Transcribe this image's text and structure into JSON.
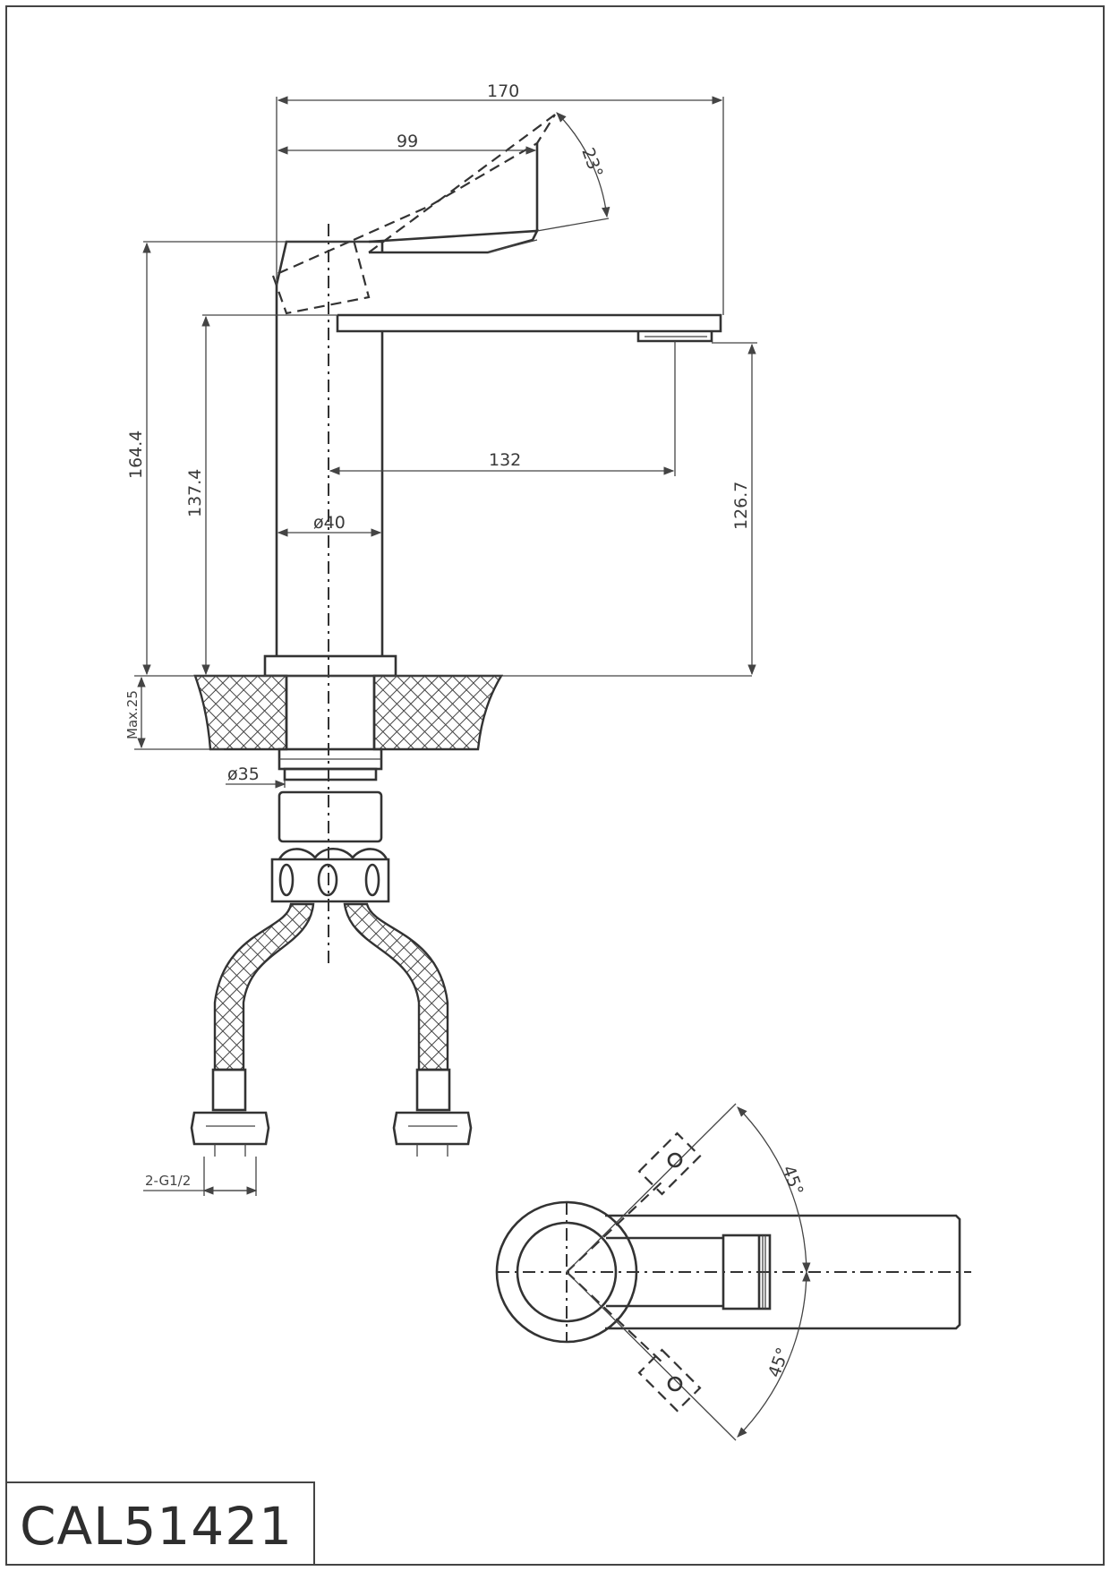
{
  "drawing": {
    "model_code": "CAL51421",
    "dimensions": {
      "overall_width": "170",
      "handle_reach": "99",
      "handle_angle": "23°",
      "total_height": "164.4",
      "spout_height": "137.4",
      "spout_reach": "132",
      "outlet_height": "126.7",
      "body_diameter": "ø40",
      "deck_thickness": "Max.25",
      "shank_diameter": "ø35",
      "hose_thread": "2-G1/2",
      "rotation_left": "45°",
      "rotation_right": "45°"
    },
    "colors": {
      "line": "#333333",
      "dimension": "#444444",
      "background": "#ffffff"
    }
  }
}
